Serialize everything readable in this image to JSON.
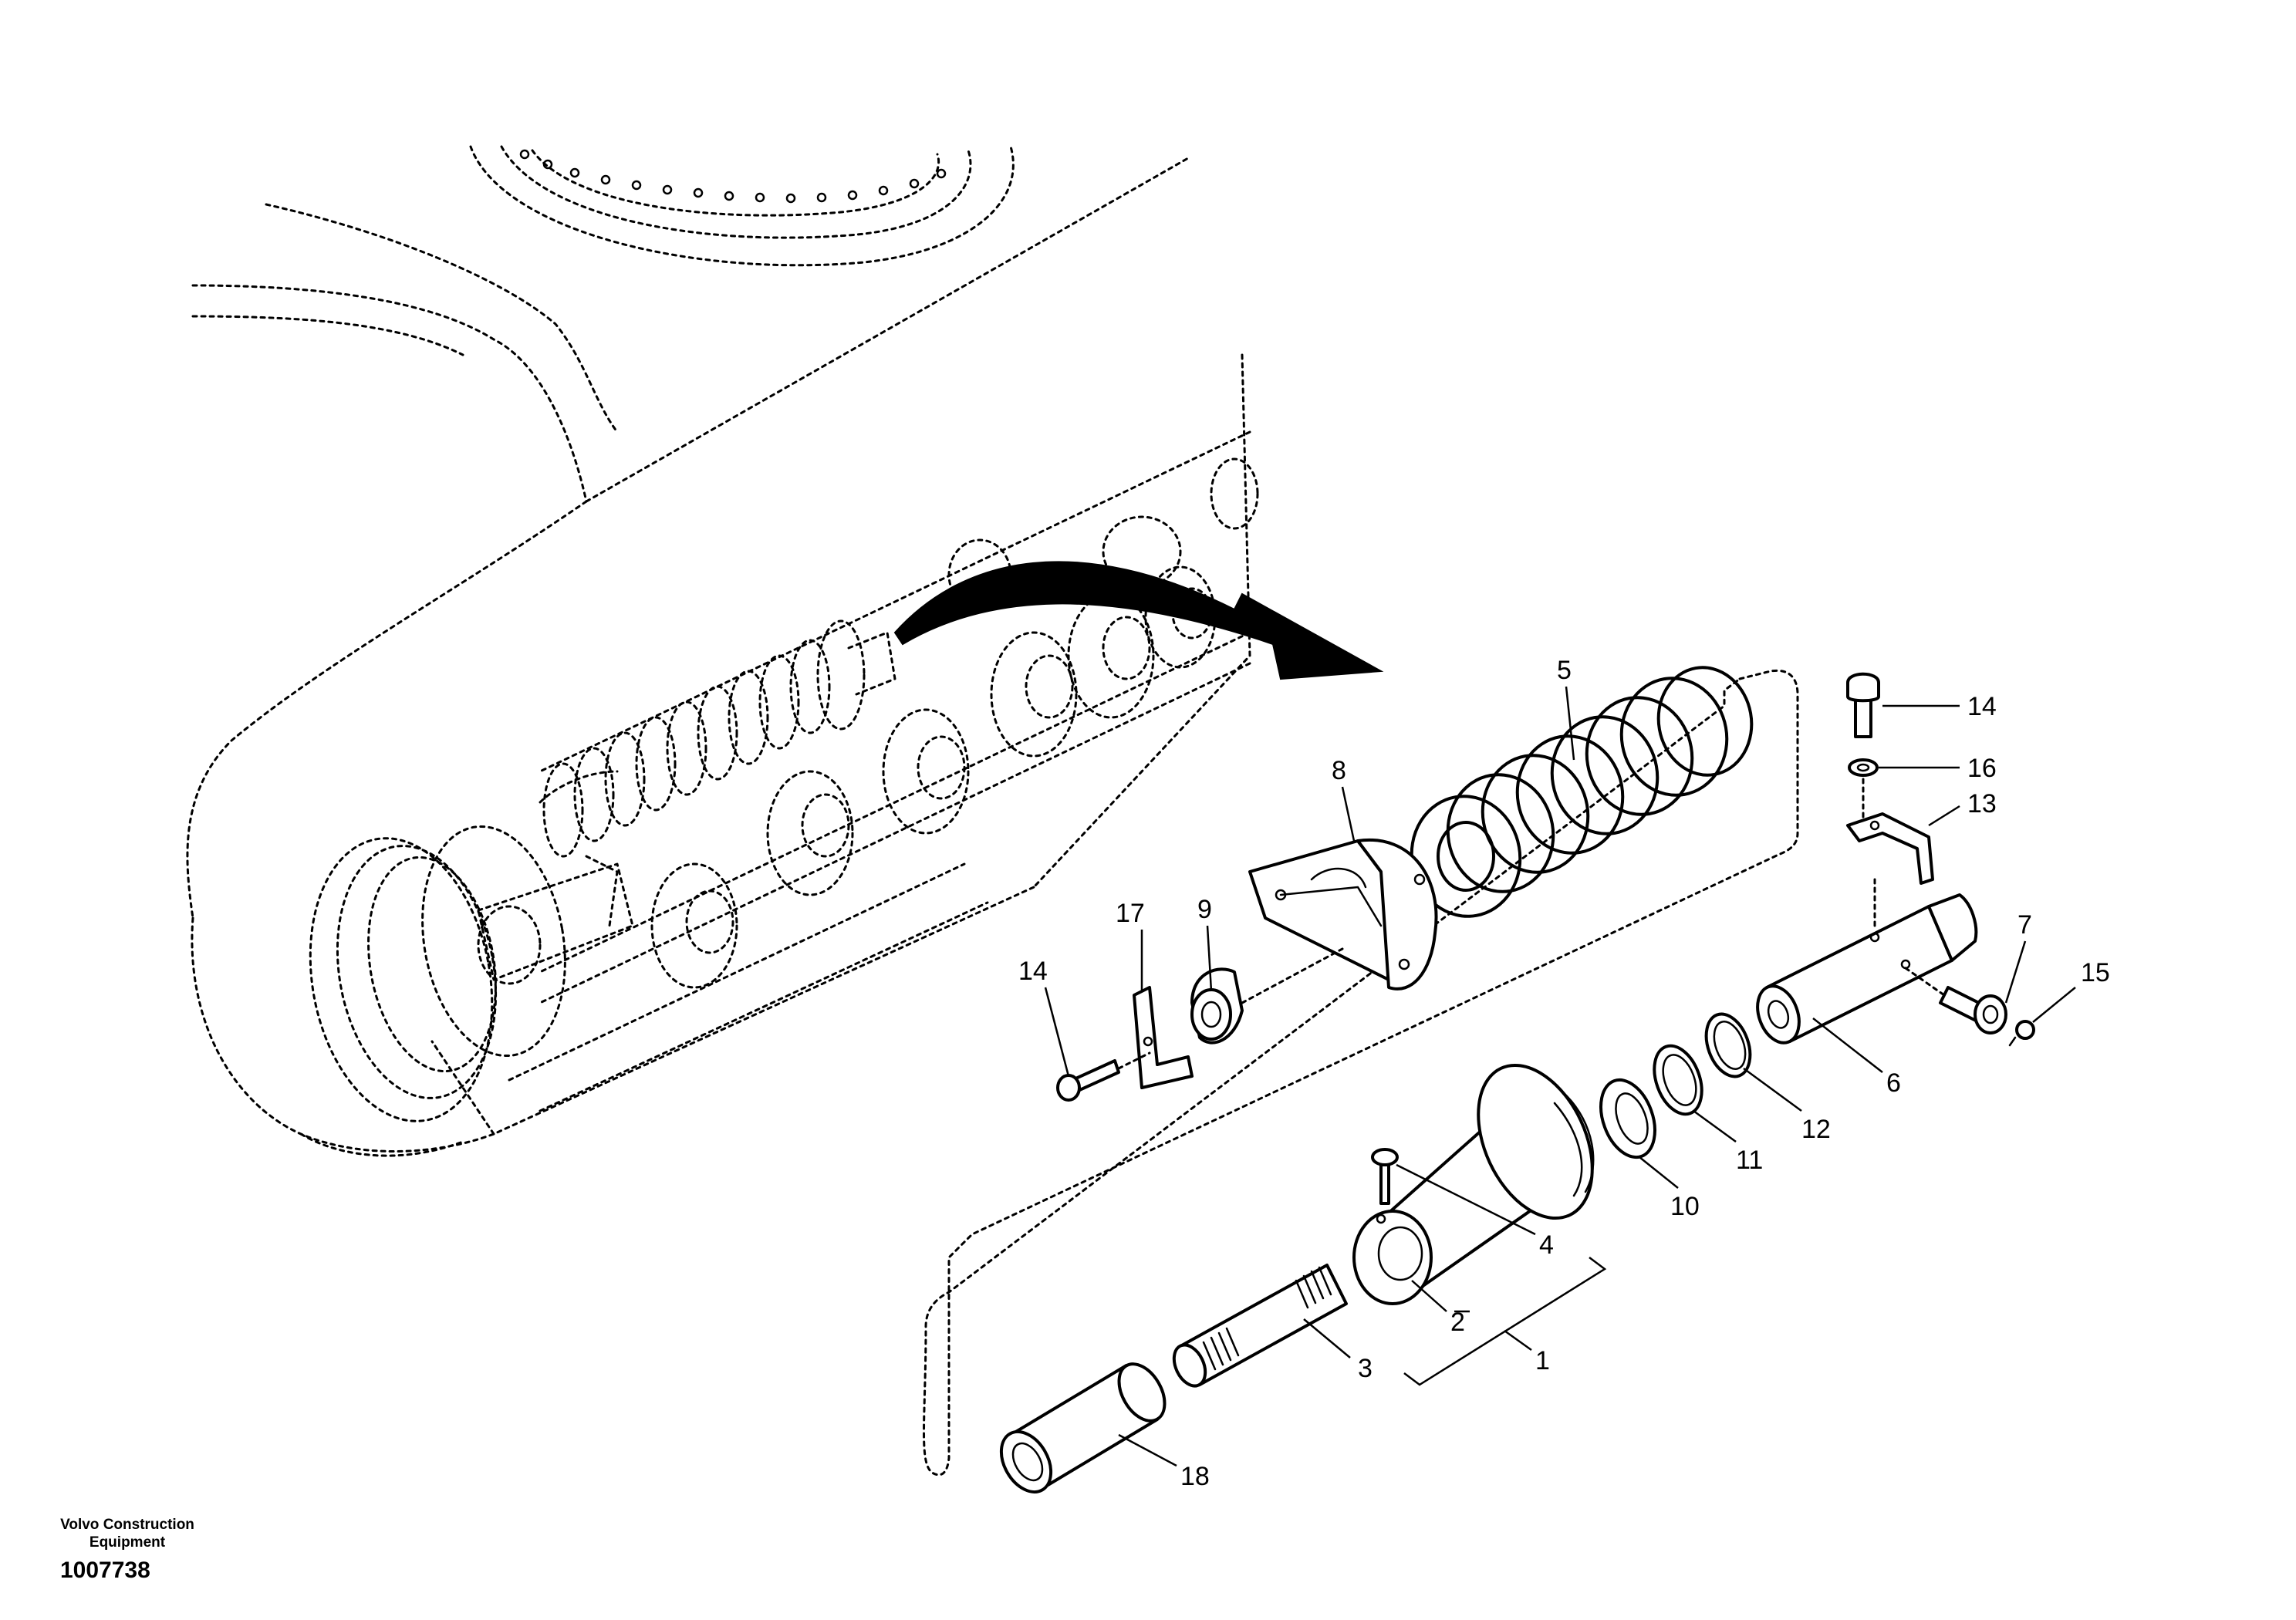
{
  "callouts": {
    "c1": "1",
    "c2": "2",
    "c3": "3",
    "c4": "4",
    "c5": "5",
    "c6": "6",
    "c7": "7",
    "c8": "8",
    "c9": "9",
    "c10": "10",
    "c11": "11",
    "c12": "12",
    "c13": "13",
    "c14a": "14",
    "c14b": "14",
    "c15": "15",
    "c16": "16",
    "c17": "17",
    "c18": "18"
  },
  "footer": {
    "brand_line1": "Volvo Construction",
    "brand_line2": "Equipment",
    "drawing_number": "1007738"
  }
}
